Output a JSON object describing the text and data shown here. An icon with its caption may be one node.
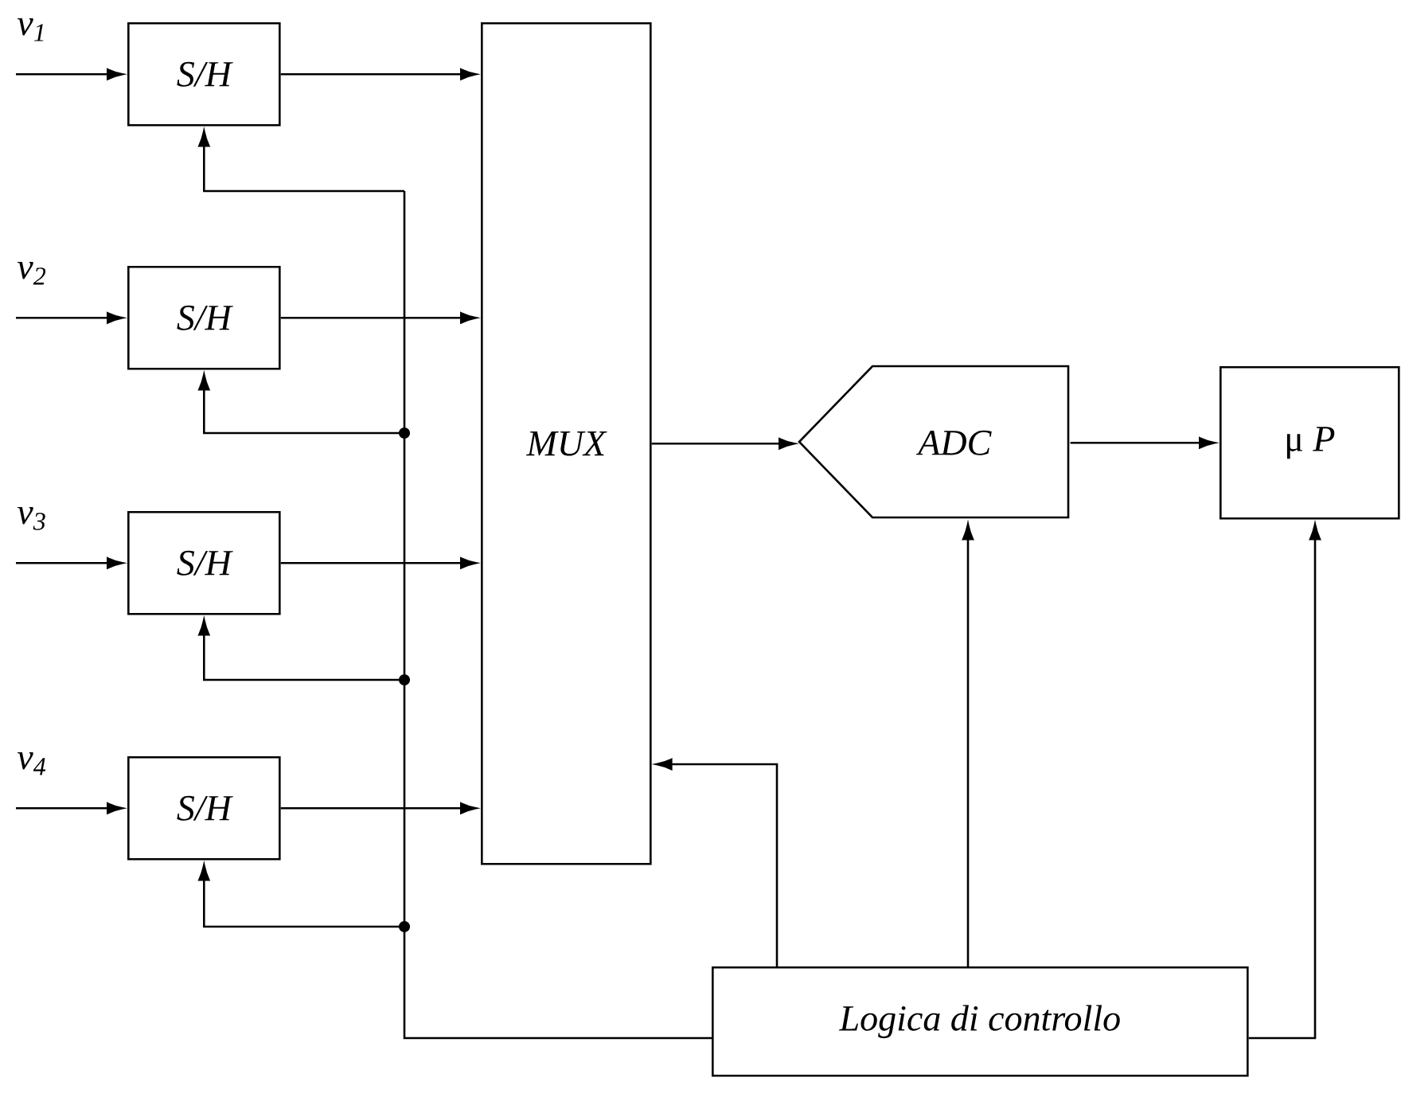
{
  "diagram": {
    "nodes": [
      {
        "text": [
          "v$_{1}$"
        ]
      },
      {
        "text": [
          "S/H"
        ]
      },
      {
        "text": [
          "v$_{2}$"
        ]
      },
      {
        "text": [
          "S/H"
        ]
      },
      {
        "text": [
          "v$_{3}$"
        ]
      },
      {
        "text": [
          "S/H"
        ]
      },
      {
        "text": [
          "v$_{4}$"
        ]
      },
      {
        "text": [
          "S/H"
        ]
      },
      {
        "text": [
          "MUX"
        ]
      },
      {
        "text": [
          "ADC"
        ]
      },
      {
        "text": [
          "μ *P*"
        ]
      },
      {
        "text": [
          "Logica di controllo"
        ]
      }
    ],
    "edges": [
      {
        "from": 0,
        "to": 1,
        "arrow": "to"
      },
      {
        "from": 2,
        "to": 3,
        "arrow": "to"
      },
      {
        "from": 4,
        "to": 5,
        "arrow": "to"
      },
      {
        "from": 6,
        "to": 7,
        "arrow": "to"
      },
      {
        "from": 1,
        "to": 8,
        "arrow": "to"
      },
      {
        "from": 3,
        "to": 8,
        "arrow": "to"
      },
      {
        "from": 5,
        "to": 8,
        "arrow": "to"
      },
      {
        "from": 7,
        "to": 8,
        "arrow": "to"
      },
      {
        "from": 8,
        "to": 9,
        "arrow": "to"
      },
      {
        "from": 9,
        "to": 10,
        "arrow": "to"
      },
      {
        "from": 11,
        "to": 8,
        "arrow": "to"
      },
      {
        "from": 11,
        "to": 9,
        "arrow": "to"
      },
      {
        "from": 11,
        "to": 10,
        "arrow": "to"
      },
      {
        "from": 11,
        "to": 1,
        "arrow": "to"
      },
      {
        "from": 11,
        "to": 3,
        "arrow": "to"
      },
      {
        "from": 11,
        "to": 5,
        "arrow": "to"
      },
      {
        "from": 11,
        "to": 7,
        "arrow": "to"
      }
    ]
  }
}
